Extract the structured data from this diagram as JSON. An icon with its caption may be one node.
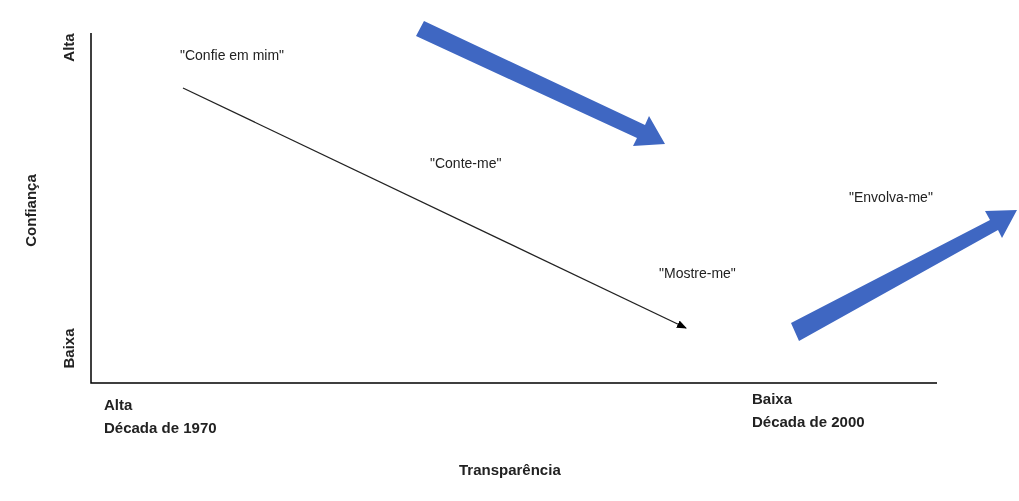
{
  "diagram": {
    "labels": [
      "Alta",
      "\"Confie em mim\"",
      "Confiança",
      "\"Conte-me\"",
      "\"Envolva-me\"",
      "\"Mostre-me\"",
      "Baixa",
      "Alta",
      "Década de 1970",
      "Baixa",
      "Década de 2000",
      "Transparência"
    ]
  }
}
